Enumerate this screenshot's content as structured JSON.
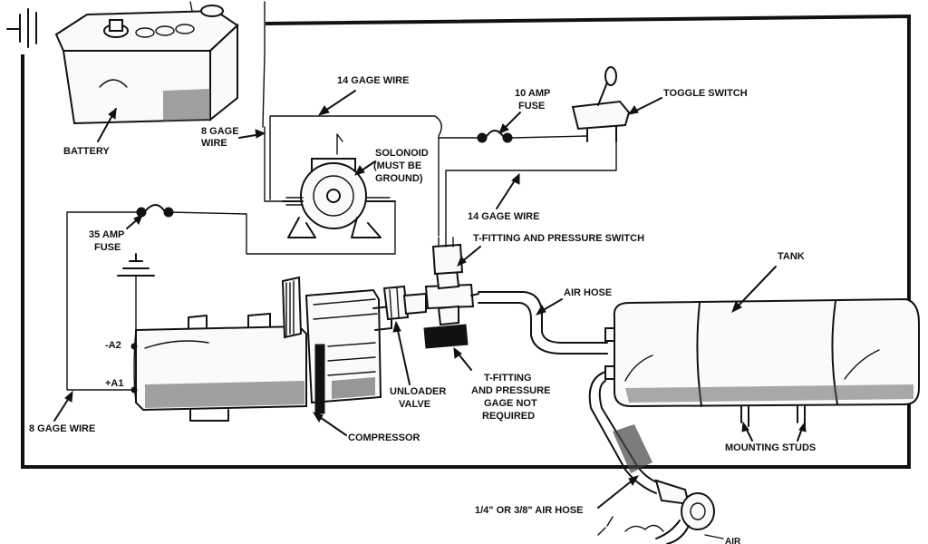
{
  "labels": {
    "battery": "BATTERY",
    "eight_gage_wire_top": [
      "8 GAGE",
      "WIRE"
    ],
    "fourteen_gage_wire_top": "14 GAGE WIRE",
    "ten_amp_fuse": [
      "10 AMP",
      "FUSE"
    ],
    "toggle_switch": "TOGGLE SWITCH",
    "solenoid": [
      "SOLONOID",
      "(MUST BE",
      "GROUND)"
    ],
    "fourteen_gage_wire_mid": "14 GAGE WIRE",
    "thirty_five_amp_fuse": [
      "35 AMP",
      "FUSE"
    ],
    "t_fitting_pressure_switch": "T-FITTING AND PRESSURE SWITCH",
    "tank": "TANK",
    "air_hose": "AIR HOSE",
    "terminal_a2": "-A2",
    "terminal_a1": "+A1",
    "unloader_valve": [
      "UNLOADER",
      "VALVE"
    ],
    "t_fitting_gage": [
      "T-FITTING",
      "AND PRESSURE",
      "GAGE NOT",
      "REQUIRED"
    ],
    "eight_gage_wire_bottom": "8 GAGE WIRE",
    "compressor": "COMPRESSOR",
    "mounting_studs": "MOUNTING  STUDS",
    "quarter_air_hose": "1/4\" OR 3/8\" AIR HOSE",
    "air": "AIR"
  }
}
